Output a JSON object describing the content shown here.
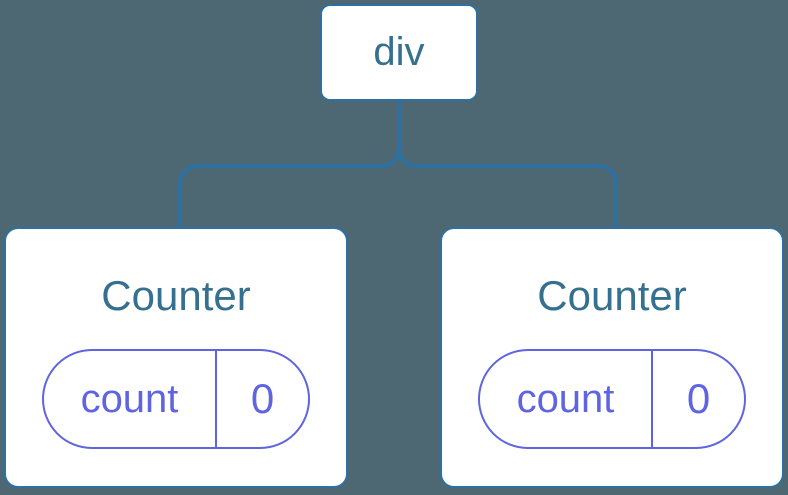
{
  "colors": {
    "background": "#4D6873",
    "line_blue": "#2E709F",
    "node_text_blue": "#35708F",
    "state_purple": "#5F64E1",
    "card_background": "#FFFFFF"
  },
  "tree": {
    "root": {
      "label": "div"
    },
    "children": [
      {
        "title": "Counter",
        "state": [
          {
            "key": "count",
            "value": "0"
          }
        ]
      },
      {
        "title": "Counter",
        "state": [
          {
            "key": "count",
            "value": "0"
          }
        ]
      }
    ]
  }
}
